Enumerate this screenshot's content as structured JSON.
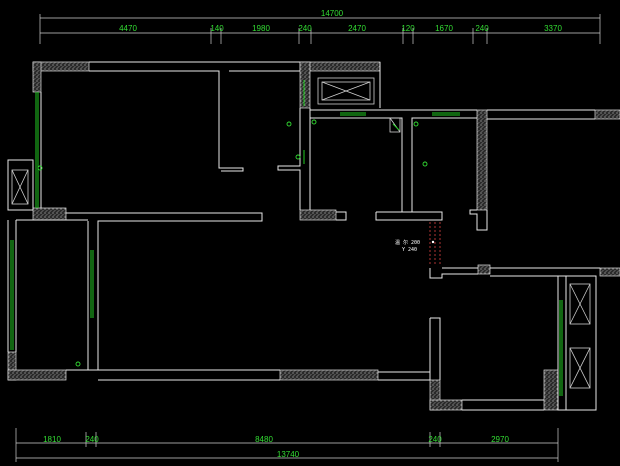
{
  "top_dims": {
    "total": "14700",
    "segments": [
      "4470",
      "140",
      "1980",
      "240",
      "2470",
      "120",
      "1670",
      "240",
      "3370"
    ]
  },
  "bottom_dims": {
    "total": "13740",
    "segments": [
      "1810",
      "240",
      "8480",
      "240",
      "2970"
    ]
  },
  "annotation": {
    "line1": "温 尔 200",
    "line2": "Y 240"
  },
  "colors": {
    "background": "#000000",
    "wall": "#e8e8e8",
    "dimension_text": "#33dd33",
    "window_glass": "#22cc22",
    "marker": "#d94040"
  }
}
